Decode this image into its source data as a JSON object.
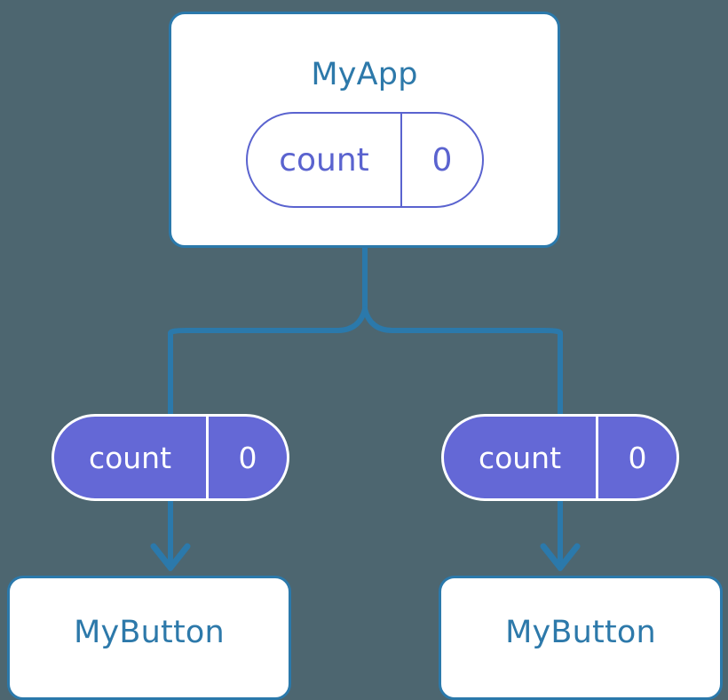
{
  "diagram": {
    "type": "component-state-tree",
    "background_color": "#4d6670",
    "accent_line_color": "#2b79ab",
    "component_border_color": "#2b79ab",
    "component_text_color": "#2d79aa",
    "state_outline_color": "#5a63cf",
    "state_fill_color": "#6468d6",
    "state_text_color": "#ffffff"
  },
  "root": {
    "name": "root-component",
    "title": "MyApp",
    "state": {
      "key": "count",
      "value": "0"
    }
  },
  "children": [
    {
      "name": "child-left",
      "prop": {
        "key": "count",
        "value": "0"
      },
      "component": {
        "title": "MyButton"
      }
    },
    {
      "name": "child-right",
      "prop": {
        "key": "count",
        "value": "0"
      },
      "component": {
        "title": "MyButton"
      }
    }
  ],
  "connectors": {
    "trunk": "vertical-line-from-root",
    "split": "rounded-tee-junction",
    "branches": "two-elbow-lines-to-children",
    "arrows": "downward-chevron-arrow-into-component"
  }
}
